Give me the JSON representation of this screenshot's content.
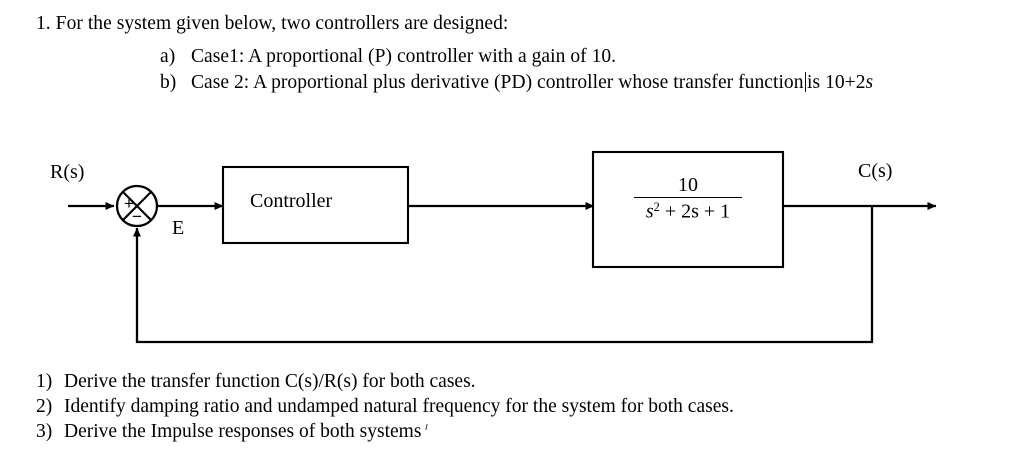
{
  "document": {
    "question_number": "1.",
    "stem": "For the system given below, two controllers are designed:",
    "sub_items": [
      {
        "marker": "a)",
        "text": "Case1: A proportional (P) controller with a gain of 10."
      },
      {
        "marker": "b)",
        "text_before_caret": "Case 2: A proportional plus derivative (PD) controller whose transfer function",
        "text_after_caret": "is 10+2",
        "trailing_italic": "s"
      }
    ],
    "tasks": [
      {
        "marker": "1)",
        "text": "Derive the transfer function C(s)/R(s) for both cases."
      },
      {
        "marker": "2)",
        "text": "Identify damping ratio and undamped natural frequency for the system for both cases."
      },
      {
        "marker": "3)",
        "text": "Derive the Impulse responses of both systems"
      }
    ]
  },
  "diagram": {
    "input_label": "R(s)",
    "output_label": "C(s)",
    "error_label": "E",
    "summing_junction": {
      "plus_sign": "+",
      "minus_sign": "−"
    },
    "blocks": [
      {
        "name": "controller",
        "label": "Controller"
      },
      {
        "name": "plant",
        "numerator": "10",
        "denominator_base": "s",
        "denominator_exponent": "2",
        "denominator_rest": " + 2s + 1",
        "full_expression": "10 / (s^2 + 2s + 1)"
      }
    ],
    "feedback": {
      "type": "unity-negative-feedback"
    },
    "colors": {
      "line": "#000000",
      "background": "#ffffff",
      "text": "#000000"
    }
  }
}
